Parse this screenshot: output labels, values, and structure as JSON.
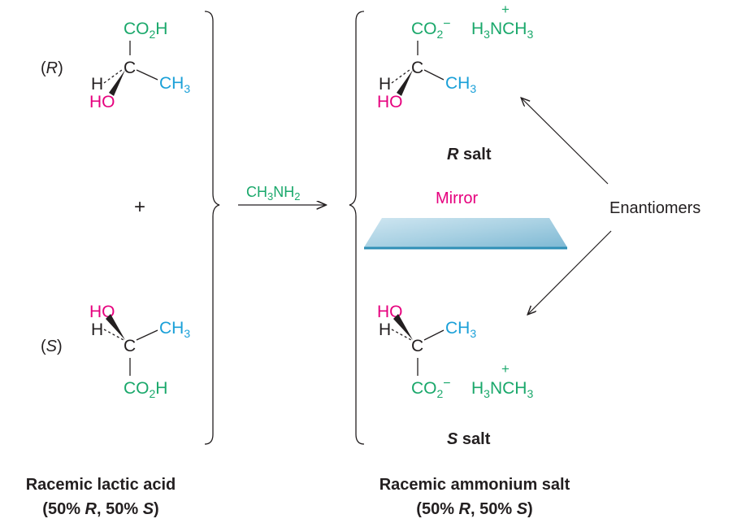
{
  "labels": {
    "r_config": "(R)",
    "s_config": "(S)",
    "plus": "+",
    "reagent": "CH3NH2",
    "mirror": "Mirror",
    "enantiomers": "Enantiomers",
    "r_salt": "R salt",
    "s_salt": "S salt",
    "left_caption_line1": "Racemic lactic acid",
    "left_caption_line2": "(50% R, 50% S)",
    "right_caption_line1": "Racemic ammonium salt",
    "right_caption_line2": "(50% R, 50% S)"
  },
  "atoms": {
    "carboxyl_acid": "CO2H",
    "carboxylate": "CO2−",
    "ammonium": "H3N+CH3",
    "methyl": "CH3",
    "hydroxyl": "HO",
    "hydrogen": "H",
    "carbon": "C"
  },
  "colors": {
    "green": "#1aa86b",
    "cyan": "#1aa0d8",
    "magenta": "#e6007e",
    "dark": "#231f20",
    "mirror_fill": "#a9d1e3",
    "mirror_edge": "#2f8fb6"
  }
}
